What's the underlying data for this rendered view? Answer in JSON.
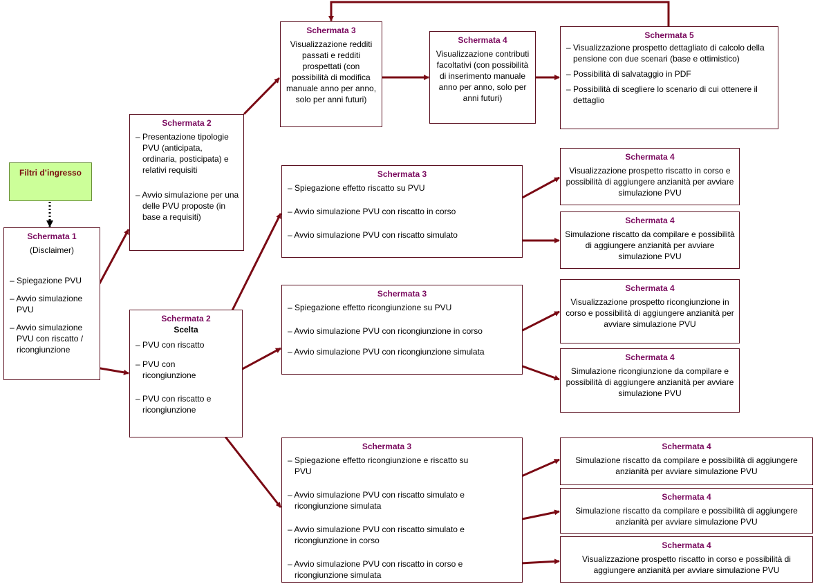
{
  "filters": {
    "label": "Filtri d’ingresso"
  },
  "s1": {
    "title": "Schermata 1",
    "subtitle": "(Disclaimer)",
    "items": [
      "Spiegazione PVU",
      "Avvio simulazione PVU",
      "Avvio simulazione PVU con riscatto / ricongiunzione"
    ]
  },
  "s2a": {
    "title": "Schermata 2",
    "items": [
      "Presentazione tipologie PVU (anticipata, ordinaria, posticipata) e relativi requisiti",
      "Avvio simulazione per una delle PVU proposte (in base a requisiti)"
    ]
  },
  "s2b": {
    "title": "Schermata 2",
    "subtitle": "Scelta",
    "items": [
      "PVU con riscatto",
      "PVU con ricongiunzione",
      "PVU con riscatto e ricongiunzione"
    ]
  },
  "s3top": {
    "title": "Schermata 3",
    "text": "Visualizzazione redditi passati e redditi prospettati (con possibilità di modifica manuale anno per anno, solo per anni futuri)"
  },
  "s4top": {
    "title": "Schermata 4",
    "text": "Visualizzazione contributi facoltativi (con possibilità di inserimento manuale anno per anno, solo per anni futuri)"
  },
  "s5": {
    "title": "Schermata 5",
    "items": [
      "Visualizzazione prospetto dettagliato di calcolo della pensione con due scenari (base e ottimistico)",
      "Possibilità di salvataggio in PDF",
      "Possibilità di scegliere lo scenario di cui ottenere il dettaglio"
    ]
  },
  "s3a": {
    "title": "Schermata 3",
    "items": [
      "Spiegazione effetto riscatto su PVU",
      "Avvio simulazione PVU con riscatto in corso",
      "Avvio simulazione PVU con riscatto simulato"
    ]
  },
  "s3b": {
    "title": "Schermata 3",
    "items": [
      "Spiegazione effetto ricongiunzione su PVU",
      "Avvio simulazione PVU con ricongiunzione in corso",
      "Avvio simulazione PVU con ricongiunzione simulata"
    ]
  },
  "s3c": {
    "title": "Schermata 3",
    "items": [
      "Spiegazione effetto ricongiunzione e riscatto su PVU",
      "Avvio simulazione PVU con riscatto simulato e ricongiunzione simulata",
      "Avvio simulazione PVU con riscatto simulato e ricongiunzione in corso",
      "Avvio simulazione PVU con riscatto in corso e ricongiunzione simulata"
    ]
  },
  "s4": [
    {
      "title": "Schermata 4",
      "text": "Visualizzazione prospetto riscatto in corso e possibilità di aggiungere anzianità per avviare simulazione PVU"
    },
    {
      "title": "Schermata 4",
      "text": "Simulazione riscatto da compilare e possibilità di aggiungere anzianità per avviare simulazione PVU"
    },
    {
      "title": "Schermata 4",
      "text": "Visualizzazione prospetto ricongiunzione in corso e possibilità di aggiungere anzianità per avviare simulazione PVU"
    },
    {
      "title": "Schermata 4",
      "text": "Simulazione ricongiunzione da compilare e possibilità di aggiungere anzianità per avviare simulazione PVU"
    },
    {
      "title": "Schermata 4",
      "text": "Simulazione riscatto da compilare e possibilità di aggiungere anzianità per avviare simulazione PVU"
    },
    {
      "title": "Schermata 4",
      "text": "Simulazione riscatto da compilare e possibilità di aggiungere anzianità per avviare simulazione PVU"
    },
    {
      "title": "Schermata 4",
      "text": "Visualizzazione prospetto riscatto in corso e possibilità di aggiungere anzianità per avviare simulazione PVU"
    }
  ],
  "colors": {
    "arrow": "#7a0a14",
    "title": "#7a0a5e",
    "filter_bg": "#ccff99"
  }
}
